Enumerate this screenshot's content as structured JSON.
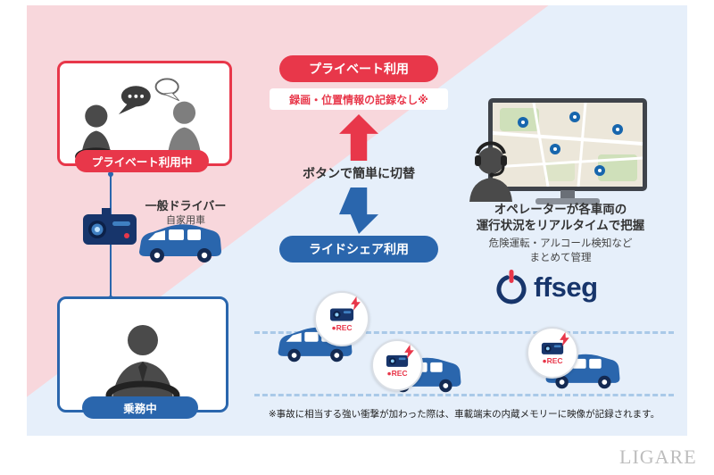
{
  "diagram": {
    "private_card_label": "プライベート利用中",
    "general_driver": "一般ドライバー",
    "private_car": "自家用車",
    "on_duty": "乗務中",
    "private_use_button": "プライベート利用",
    "no_record_note": "録画・位置情報の記録なし※",
    "switch_caption": "ボタンで簡単に切替",
    "rideshare_button": "ライドシェア利用",
    "operator_text_1": "オペレーターが各車両の",
    "operator_text_2": "運行状況をリアルタイムで把握",
    "manage_text_1": "危険運転・アルコール検知など",
    "manage_text_2": "まとめて管理",
    "rec_badge": "●REC",
    "footnote": "※事故に相当する強い衝撃が加わった際は、車載端末の内蔵メモリーに映像が記録されます。"
  },
  "logo": {
    "brand": "offseg",
    "text_part": "ffseg"
  },
  "watermark": "LIGARE",
  "colors": {
    "accent_red": "#e8374a",
    "accent_blue": "#2a66ad",
    "navy": "#17356b",
    "pink_bg": "#f8d7dc",
    "blue_bg": "#e6effa"
  }
}
